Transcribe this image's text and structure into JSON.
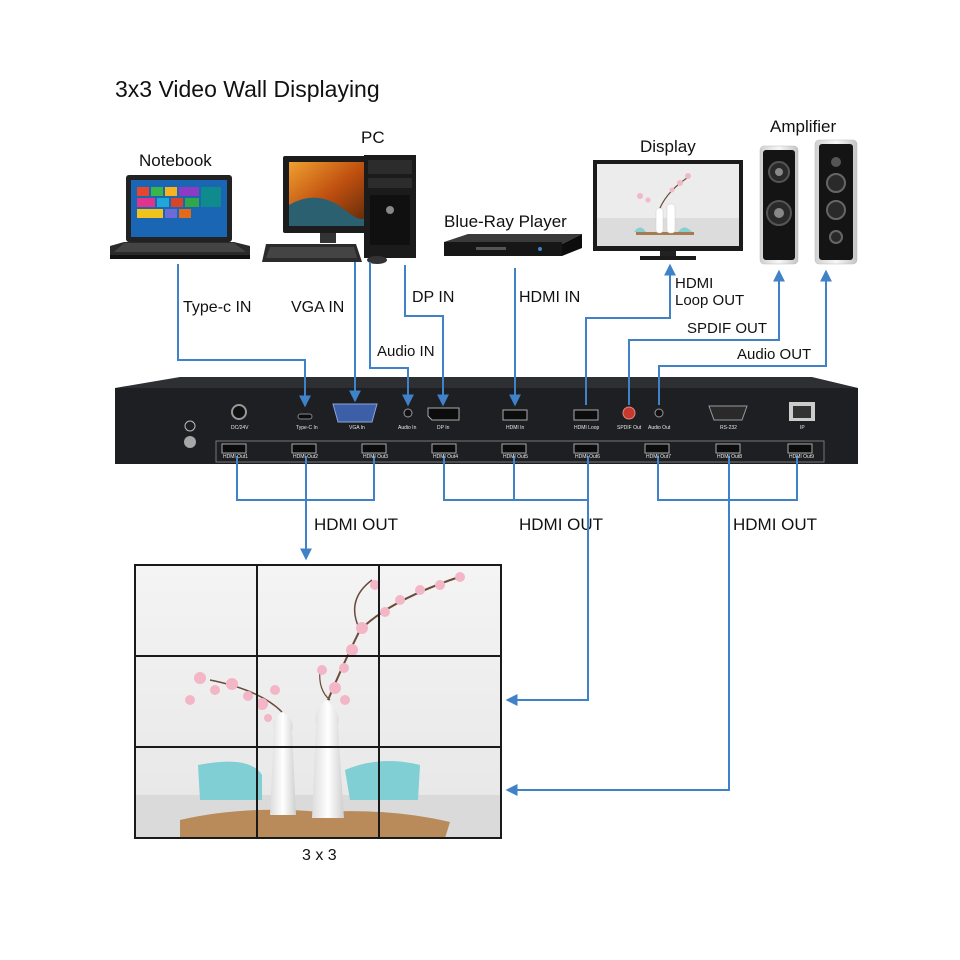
{
  "title": "3x3 Video Wall Displaying",
  "devices": {
    "notebook": "Notebook",
    "pc": "PC",
    "bluray": "Blue-Ray Player",
    "display": "Display",
    "amplifier": "Amplifier"
  },
  "connections": {
    "typec_in": "Type-c IN",
    "vga_in": "VGA IN",
    "audio_in": "Audio IN",
    "dp_in": "DP IN",
    "hdmi_in": "HDMI IN",
    "hdmi_loop_out_1": "HDMI",
    "hdmi_loop_out_2": "Loop OUT",
    "spdif_out": "SPDIF OUT",
    "audio_out": "Audio OUT"
  },
  "outputs": {
    "group1": "HDMI OUT",
    "group2": "HDMI OUT",
    "group3": "HDMI OUT"
  },
  "panel_ports": {
    "dc": "DC/24V",
    "typec": "Type-C In",
    "vga": "VGA In",
    "audio_in": "Audio In",
    "dp": "DP In",
    "hdmi_in": "HDMI In",
    "hdmi_loop": "HDMI Loop",
    "spdif": "SPDIF Out",
    "audio_out": "Audio Out",
    "rs232": "RS-232",
    "ip": "IP",
    "hdmi_out": [
      "HDMI Out1",
      "HDMI Out2",
      "HDMI Out3",
      "HDMI Out4",
      "HDMI Out5",
      "HDMI Out6",
      "HDMI Out7",
      "HDMI Out8",
      "HDMI Out9"
    ]
  },
  "wall_caption": "3 x 3",
  "colors": {
    "line": "#3f82c8",
    "chassis": "#1e1f22",
    "port": "#0c0c0c"
  }
}
